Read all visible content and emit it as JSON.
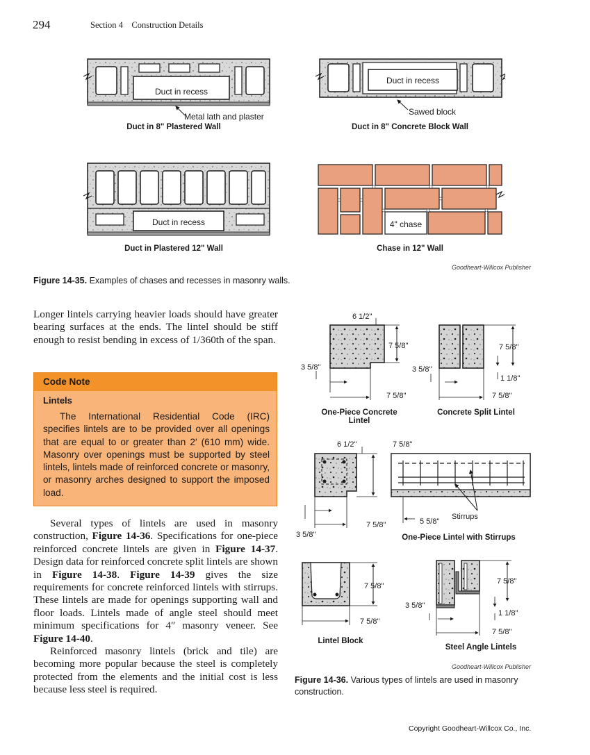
{
  "header": {
    "page_number": "294",
    "section": "Section 4    Construction Details"
  },
  "fig35": {
    "walls": {
      "w1": {
        "duct_label": "Duct in recess",
        "callout": "Metal lath and plaster",
        "caption": "Duct in 8\" Plastered Wall"
      },
      "w2": {
        "duct_label": "Duct in recess",
        "callout": "Sawed block",
        "caption": "Duct in 8\" Concrete Block Wall"
      },
      "w3": {
        "duct_label": "Duct in recess",
        "caption": "Duct in Plastered 12\" Wall"
      },
      "w4": {
        "duct_label": "4\" chase",
        "caption": "Chase in 12\" Wall"
      }
    },
    "credit": "Goodheart-Willcox Publisher",
    "caption_label": "Figure 14-35.",
    "caption_text": " Examples of chases and recesses in masonry walls."
  },
  "body": {
    "p1": "Longer lintels carrying heavier loads should have greater bearing surfaces at the ends. The lintel should be stiff enough to resist bending in excess of 1/360th of the span.",
    "p2_a": "Several types of lintels are used in masonry construction, ",
    "p2_ref1": "Figure 14-36",
    "p2_b": ". Specifications for one-piece reinforced concrete lintels are given in ",
    "p2_ref2": "Figure 14-37",
    "p2_c": ". Design data for reinforced concrete split lintels are shown in ",
    "p2_ref3": "Figure 14-38",
    "p2_d": ". ",
    "p2_ref4": "Figure 14-39",
    "p2_e": " gives the size requirements for concrete reinforced lintels with stirrups. These lintels are made for openings supporting wall and floor loads. Lintels made of angle steel should meet minimum specifications for 4″ masonry veneer. See ",
    "p2_ref5": "Figure 14-40",
    "p2_f": ".",
    "p3": "Reinforced masonry lintels (brick and tile) are becoming more popular because the steel is completely protected from the elements and the initial cost is less because less steel is required."
  },
  "code_note": {
    "title": "Code Note",
    "subtitle": "Lintels",
    "text": "The International Residential Code (IRC) specifies lintels are to be provided over all openings that are equal to or greater than 2′ (610 mm) wide. Masonry over openings must be supported by steel lintels, lintels made of reinforced concrete or masonry, or masonry arches designed to support the imposed load."
  },
  "fig36": {
    "one_piece": {
      "d1": "6 1/2\"",
      "d2": "7 5/8\"",
      "d3": "3 5/8\"",
      "d4": "7 5/8\"",
      "caption": "One-Piece Concrete Lintel"
    },
    "split": {
      "d1": "7 5/8\"",
      "d2": "3 5/8\"",
      "d3": "1 1/8\"",
      "d4": "7 5/8\"",
      "caption": "Concrete Split Lintel"
    },
    "stirrups": {
      "d1": "6 1/2\"",
      "d2": "7 5/8\"",
      "d3": "3 5/8\"",
      "d4": "7 5/8\"",
      "d5": "5 5/8\"",
      "stirrups_label": "Stirrups",
      "caption": "One-Piece Lintel with Stirrups"
    },
    "block": {
      "d1": "7 5/8\"",
      "d2": "7 5/8\"",
      "caption": "Lintel Block"
    },
    "steel": {
      "d1": "7 5/8\"",
      "d2": "3 5/8\"",
      "d3": "1 1/8\"",
      "d4": "7 5/8\"",
      "caption": "Steel Angle Lintels"
    },
    "credit": "Goodheart-Willcox Publisher",
    "caption_label": "Figure 14-36.",
    "caption_text": " Various types of lintels are used in masonry construction."
  },
  "footer": {
    "copyright": "Copyright Goodheart-Willcox Co., Inc."
  },
  "colors": {
    "concrete": "#d9d9d9",
    "brick": "#e8a07e",
    "box_bg": "#f9b47a",
    "box_header": "#f4922a"
  }
}
